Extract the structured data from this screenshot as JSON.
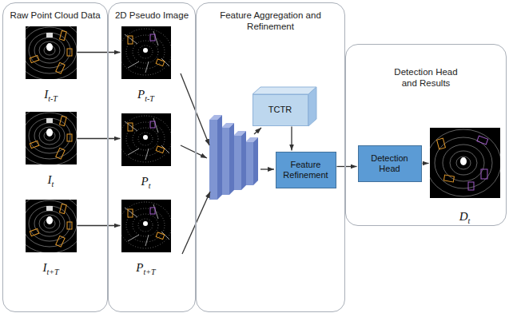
{
  "diagram": {
    "nodes": [
      {
        "text": [
          "Raw Point Cloud Data"
        ]
      },
      {
        "text": [
          "I",
          "t-T"
        ],
        "in": 0
      },
      {
        "text": [
          "I",
          "t"
        ],
        "in": 0
      },
      {
        "text": [
          "I",
          "t+T"
        ],
        "in": 0
      },
      {
        "text": [
          "2D Pseudo Image"
        ]
      },
      {
        "text": [
          "P",
          "t-T"
        ],
        "in": 4
      },
      {
        "text": [
          "P",
          "t"
        ],
        "in": 4
      },
      {
        "text": [
          "P",
          "t+T"
        ],
        "in": 4
      },
      {
        "text": [
          "Feature Aggregation and Refinement"
        ]
      },
      {
        "text": [
          "TCTR"
        ],
        "in": 8
      },
      {
        "text": [
          "Feature Refinement"
        ],
        "in": 8
      },
      {
        "text": [
          "Detection Head and Results"
        ]
      },
      {
        "text": [
          "Detection Head"
        ],
        "in": 11
      },
      {
        "text": [
          "D",
          "t"
        ],
        "in": 11
      }
    ],
    "edges": [
      {
        "from": 1,
        "to": 5,
        "arrow": "to"
      },
      {
        "from": 2,
        "to": 6,
        "arrow": "to"
      },
      {
        "from": 3,
        "to": 7,
        "arrow": "to"
      },
      {
        "from": 9,
        "to": 10,
        "arrow": "to"
      },
      {
        "from": 10,
        "to": 12,
        "arrow": "to"
      },
      {
        "from": 12,
        "to": 13,
        "arrow": "to"
      }
    ]
  }
}
